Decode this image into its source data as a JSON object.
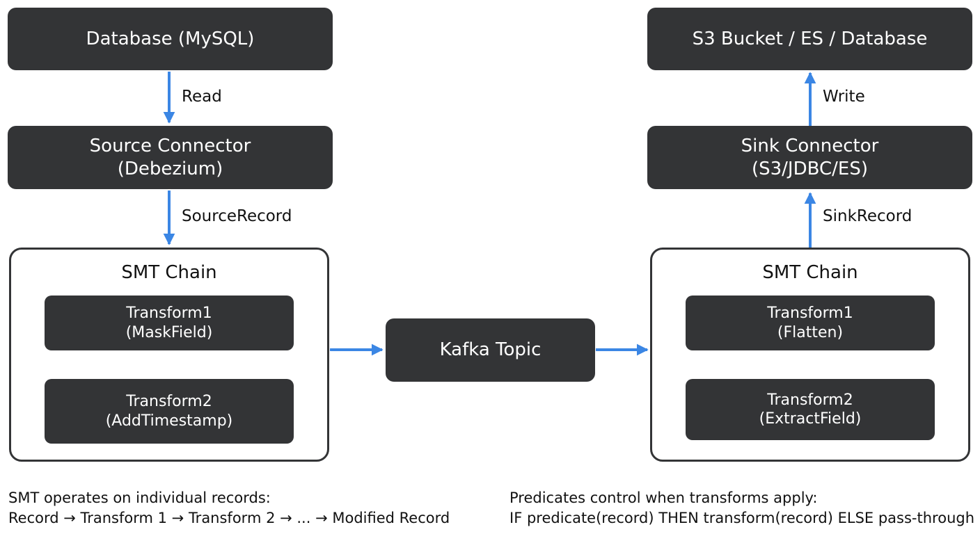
{
  "colors": {
    "node_fill": "#333436",
    "node_text": "#ffffff",
    "arrow": "#3b86e4",
    "group_border": "#333436"
  },
  "source_side": {
    "database": "Database (MySQL)",
    "read_label": "Read",
    "connector": {
      "line1": "Source Connector",
      "line2": "(Debezium)"
    },
    "record_label": "SourceRecord",
    "smt_chain": {
      "title": "SMT Chain",
      "transform1": {
        "line1": "Transform1",
        "line2": "(MaskField)"
      },
      "transform2": {
        "line1": "Transform2",
        "line2": "(AddTimestamp)"
      }
    }
  },
  "kafka_topic": "Kafka Topic",
  "sink_side": {
    "destination": "S3 Bucket / ES / Database",
    "write_label": "Write",
    "connector": {
      "line1": "Sink Connector",
      "line2": "(S3/JDBC/ES)"
    },
    "record_label": "SinkRecord",
    "smt_chain": {
      "title": "SMT Chain",
      "transform1": {
        "line1": "Transform1",
        "line2": "(Flatten)"
      },
      "transform2": {
        "line1": "Transform2",
        "line2": "(ExtractField)"
      }
    }
  },
  "notes": {
    "left": {
      "line1": "SMT operates on individual records:",
      "line2": "Record → Transform 1 → Transform 2 → ... → Modified Record"
    },
    "right": {
      "line1": "Predicates control when transforms apply:",
      "line2": "IF predicate(record) THEN transform(record) ELSE pass-through"
    }
  }
}
